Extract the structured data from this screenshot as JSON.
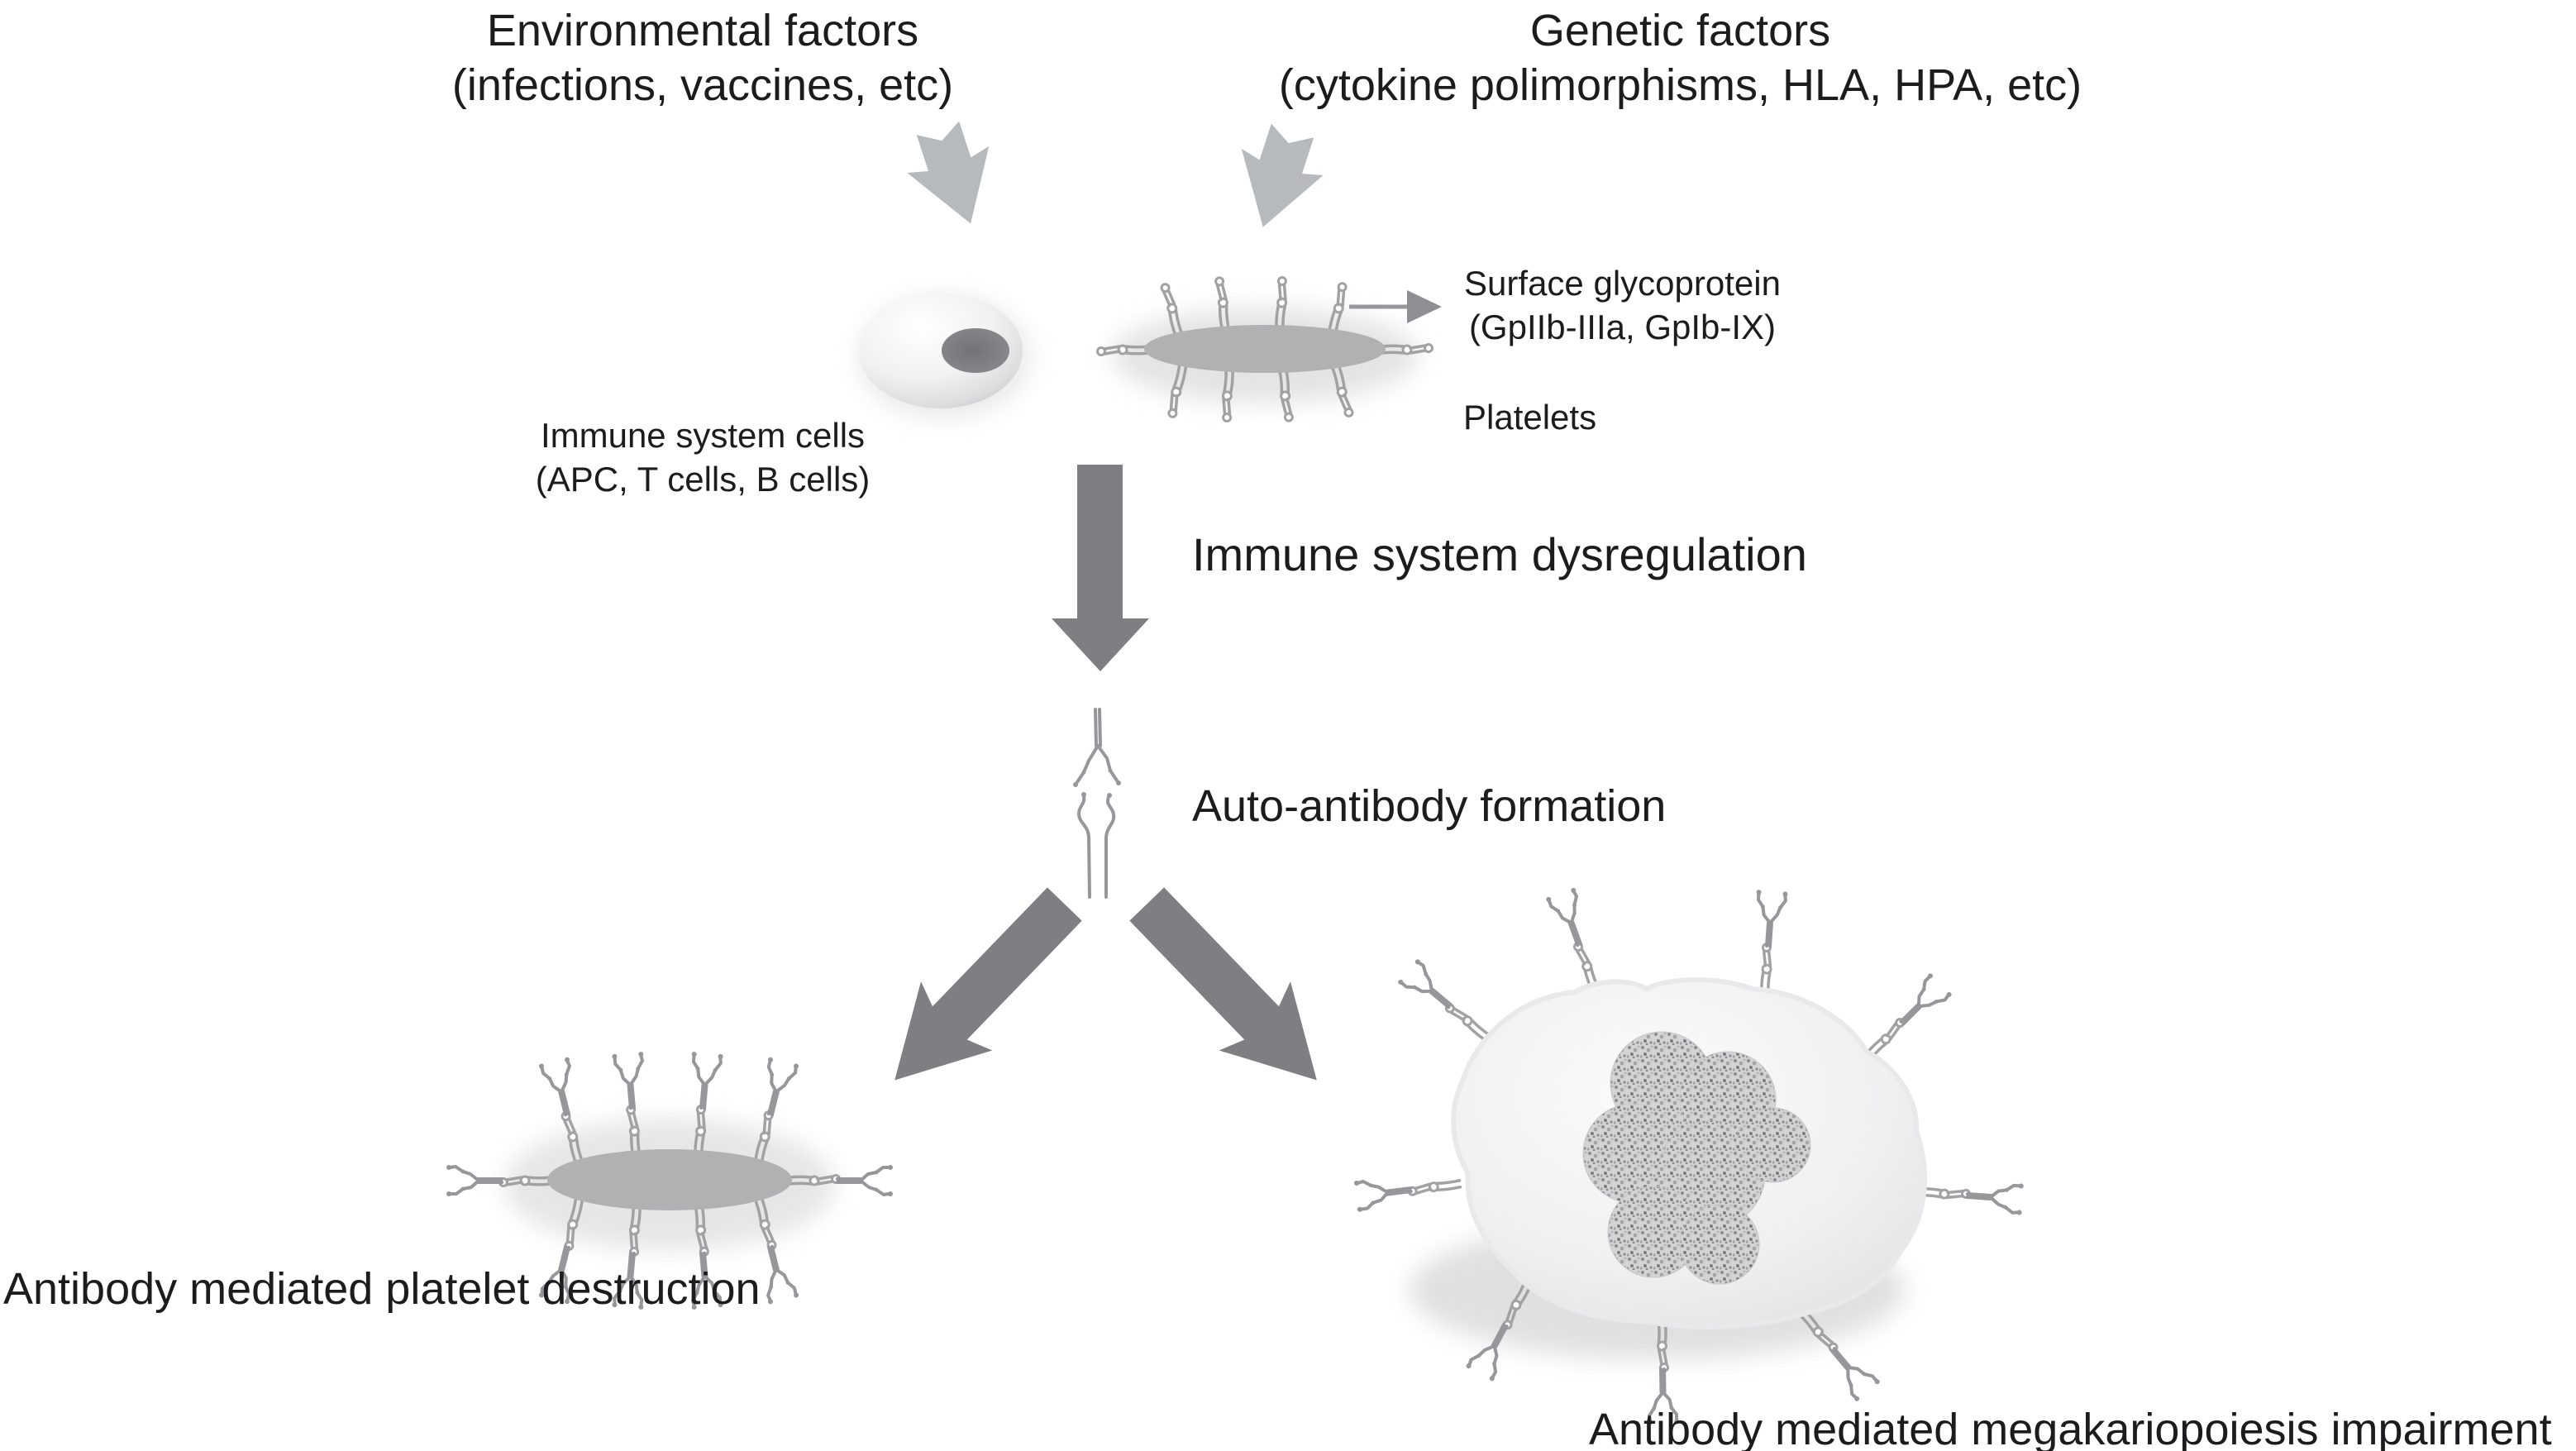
{
  "diagram": {
    "top_labels": {
      "environmental": {
        "title": "Environmental factors",
        "subtitle": "(infections, vaccines, etc)"
      },
      "genetic": {
        "title": "Genetic factors",
        "subtitle": "(cytokine polimorphisms, HLA, HPA, etc)"
      }
    },
    "cell_labels": {
      "immune_cells": {
        "title": "Immune system cells",
        "subtitle": "(APC, T cells, B cells)"
      },
      "surface_glycoprotein": {
        "title": "Surface glycoprotein",
        "subtitle": "(GpIIb-IIIa, GpIb-IX)"
      },
      "platelets": "Platelets"
    },
    "flow_labels": {
      "dysregulation": "Immune system dysregulation",
      "autoantibody": "Auto-antibody formation"
    },
    "outcome_labels": {
      "platelet_destruction": "Antibody mediated platelet destruction",
      "megakariopoiesis_impairment": "Antibody mediated megakariopoiesis impairment"
    },
    "icons": {
      "environmental-arrow-icon": "thick-notched-down-arrow",
      "genetic-arrow-icon": "thick-notched-down-arrow",
      "dysregulation-arrow-icon": "long-straight-down-arrow",
      "destruction-arrow-icon": "diagonal-down-left-block-arrow",
      "impairment-arrow-icon": "diagonal-down-right-block-arrow",
      "glycoprotein-pointer-icon": "thin-right-arrow",
      "immune-cell-icon": "sphere-cell-with-nucleus",
      "platelet-icon": "gray-ellipse-with-surface-receptors",
      "free-antibody-icon": "y-shaped-immunoglobulin",
      "opsonized-platelet-icon": "platelet-coated-with-antibodies",
      "megakaryocyte-icon": "large-cell-with-multilobed-speckled-nucleus"
    },
    "colors": {
      "background": "#ffffff",
      "text": "#1c1c1e",
      "light_arrow": "#b6babc",
      "dark_arrow": "#7f7f83",
      "platelet_body": "#b1b1b3",
      "receptor_outline": "#a2a2a4",
      "antibody_stroke": "#97979b",
      "nucleus_dark": "#8a8a8c"
    }
  }
}
